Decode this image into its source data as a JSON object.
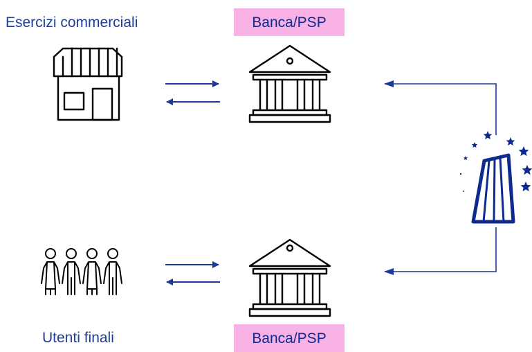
{
  "labels": {
    "merchants": "Esercizi commerciali",
    "end_users": "Utenti finali",
    "bank_top": "Banca/PSP",
    "bank_bottom": "Banca/PSP"
  },
  "icons": {
    "merchants": "store-icon",
    "end_users": "people-group-icon",
    "bank_top": "bank-building-icon",
    "bank_bottom": "bank-building-icon",
    "central_bank": "ecb-tower-with-stars-icon"
  },
  "colors": {
    "text": "#1f3c98",
    "arrows": "#1b3a96",
    "central_bank": "#0f2a8f",
    "tag_background": "#f7b1e4",
    "icon_stroke": "#000000"
  }
}
